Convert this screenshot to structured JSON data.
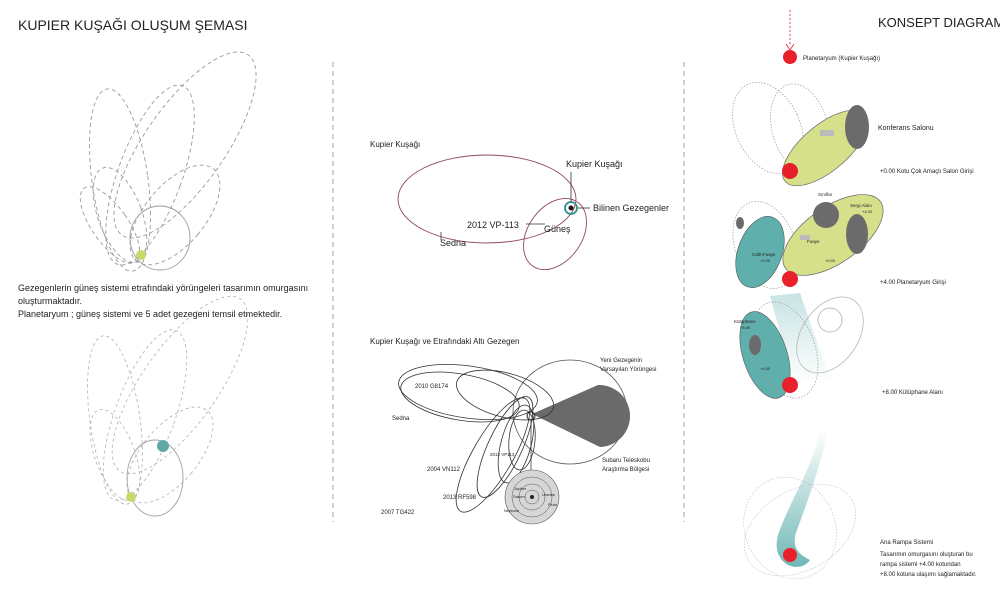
{
  "header": {
    "left_title": "KUPIER KUŞAĞI OLUŞUM ŞEMASI",
    "right_title": "KONSEPT DIAGRAM"
  },
  "left_panel": {
    "caption_lines": [
      "Gezegenlerin güneş sistemi etrafındaki yörüngeleri tasarımın omurgasını",
      "oluşturmaktadır.",
      "Planetaryum ; güneş sistemi ve 5 adet gezegeni temsil etmektedir."
    ],
    "colors": {
      "sun_marker": "#c8d96a",
      "planet_marker": "#5fa8a6",
      "orbit_line": "#9a9a9a"
    }
  },
  "middle_panel": {
    "diagram1": {
      "title": "Kupier Kuşağı",
      "labels": {
        "kuiper": "Kupier Kuşağı",
        "known_planets": "Bilinen Gezegenler",
        "vp113": "2012 VP-113",
        "sun": "Güneş",
        "sedna": "Sedna"
      },
      "colors": {
        "orbit": "#8e4a5a",
        "planet_ring": "#2f8f8c"
      }
    },
    "diagram2": {
      "title": "Kupier Kuşağı ve Etrafındaki Altı Gezegen",
      "labels": {
        "new_planet_1": "Yeni Gezegenin",
        "new_planet_2": "Varsayılan Yörüngesi",
        "g174": "2010 G8174",
        "sedna": "Sedna",
        "vp113": "2012 VP113",
        "vn112": "2004 VN112",
        "rf98": "2013 RF598",
        "tg422": "2007 TG422",
        "subaru_1": "Subaru Teleskobu",
        "subaru_2": "Araştırma Bölgesi",
        "jupiter": "Jupiter",
        "saturn": "Saturn",
        "uranus": "Uranus",
        "neptune": "Neptune",
        "pluto": "Pluto"
      },
      "colors": {
        "wedge": "#6a6a6a",
        "orbit": "#333333"
      }
    }
  },
  "right_panel": {
    "legend_label": "Planetaryum (Kupier Kuşağı)",
    "levels": [
      {
        "caption": "Konferans Salonu"
      },
      {
        "caption": "+0.00 Kotu Çok Amaçlı Salon Girişi"
      },
      {
        "caption": "+4.00 Planetaryum Girişi"
      },
      {
        "caption": "+8.00 Kütüphane Alanı"
      }
    ],
    "labels_level2": {
      "classes": "Sınıflar",
      "exhibition": "Sergi Alanı",
      "exhibition_level": "+4.00",
      "foyer": "Fuaye",
      "cafe": "Cafe-Fuaye",
      "cafe_level": "+0.00",
      "zero": "+0.00"
    },
    "labels_level3": {
      "library": "Kütüphane",
      "library_level": "+8.00",
      "level": "+4.00"
    },
    "ramp_text": [
      "Ana Rampa Sistemi",
      "Tasarımın omurgasını oluşturan bu",
      "rampa sistemi +4.00 kotundan",
      "+8.00 kotuna ulaşımı sağlamaktadır."
    ],
    "colors": {
      "planetarium": "#e8202a",
      "lime": "#d6e08a",
      "teal": "#5fb0ad",
      "dark": "#6b6b6b"
    }
  }
}
